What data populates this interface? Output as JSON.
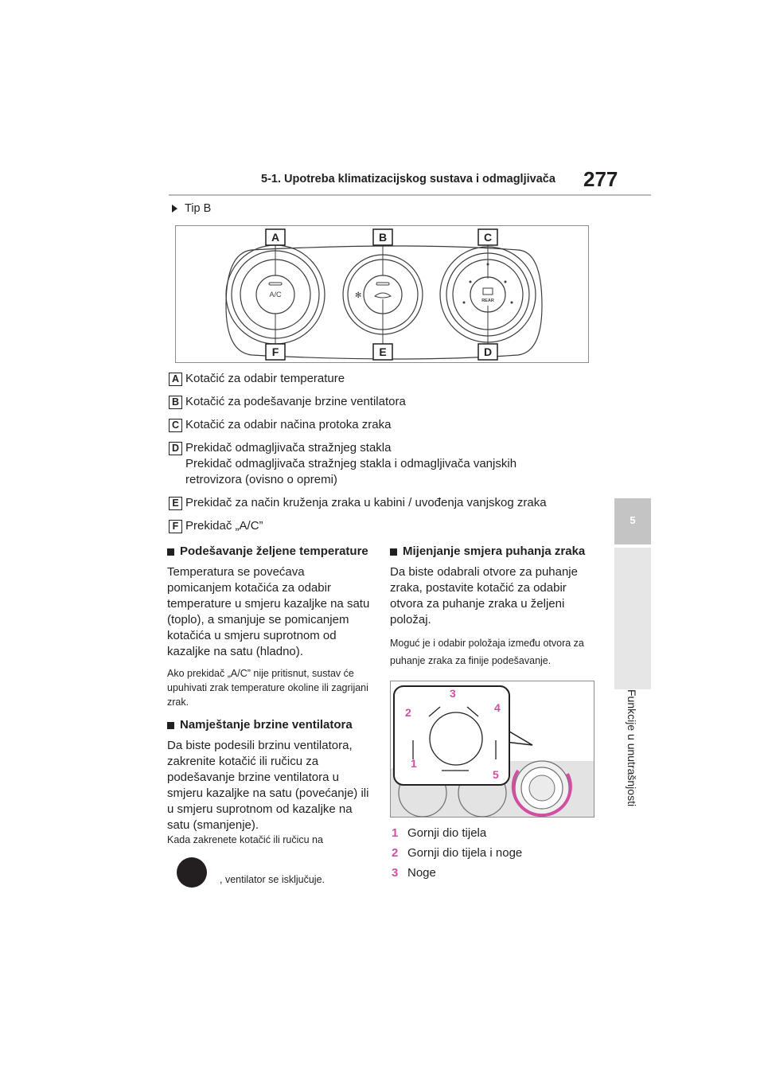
{
  "header": {
    "section_title": "5-1. Upotreba klimatizacijskog sustava i odmagljivača",
    "page_number": "277"
  },
  "side_tab": {
    "chapter_number": "5",
    "chapter_title": "Funkcije u unutrašnjosti"
  },
  "variant_label": "Tip B",
  "figure_main": {
    "callouts": [
      "A",
      "B",
      "C",
      "D",
      "E",
      "F"
    ],
    "ac_button_label": "A/C",
    "rear_button_label": "REAR"
  },
  "legend": [
    {
      "letter": "A",
      "lines": [
        "Kotačić za odabir temperature"
      ]
    },
    {
      "letter": "B",
      "lines": [
        "Kotačić za podešavanje brzine ventilatora"
      ]
    },
    {
      "letter": "C",
      "lines": [
        "Kotačić za odabir načina protoka zraka"
      ]
    },
    {
      "letter": "D",
      "lines": [
        "Prekidač odmagljivača stražnjeg stakla",
        "Prekidač odmagljivača stražnjeg stakla i odmagljivača vanjskih retrovizora (ovisno o opremi)"
      ]
    },
    {
      "letter": "E",
      "lines": [
        "Prekidač za način kruženja zraka u kabini / uvođenja vanjskog zraka"
      ]
    },
    {
      "letter": "F",
      "lines": [
        "Prekidač „A/C”"
      ]
    }
  ],
  "left_column": {
    "temp_heading": "Podešavanje željene temperature",
    "temp_body": "Temperatura se povećava pomicanjem kotačića za odabir temperature u smjeru kazaljke na satu (toplo), a smanjuje se pomicanjem kotačića u smjeru suprotnom od kazaljke na satu (hladno).",
    "temp_note": "Ako prekidač „A/C” nije pritisnut, sustav će upuhivati zrak temperature okoline ili zagrijani zrak.",
    "fan_heading": "Namještanje brzine ventilatora",
    "fan_body": "Da biste podesili brzinu ventilatora, zakrenite kotačić ili ručicu za podešavanje brzine ventilatora u smjeru kazaljke na satu (povećanje) ili u smjeru suprotnom od kazaljke na satu (smanjenje).",
    "fan_note": "Kada zakrenete kotačić ili ručicu na",
    "fan_note_end": ", ventilator se isključuje."
  },
  "right_column": {
    "airflow_heading": "Mijenjanje smjera puhanja zraka",
    "airflow_body": "Da biste odabrali otvore za puhanje zraka, postavite kotačić za odabir otvora za puhanje zraka u željeni položaj.",
    "airflow_note": "Moguć je i odabir položaja između otvora za puhanje zraka za finije podešavanje.",
    "figure_numbers": [
      "1",
      "2",
      "3",
      "4",
      "5"
    ],
    "modes": [
      {
        "num": "1",
        "label": "Gornji dio tijela"
      },
      {
        "num": "2",
        "label": "Gornji dio tijela i noge"
      },
      {
        "num": "3",
        "label": "Noge"
      }
    ]
  },
  "colors": {
    "text": "#231f20",
    "accent_pink": "#d14fa1",
    "tab_gray": "#c4c4c4"
  }
}
